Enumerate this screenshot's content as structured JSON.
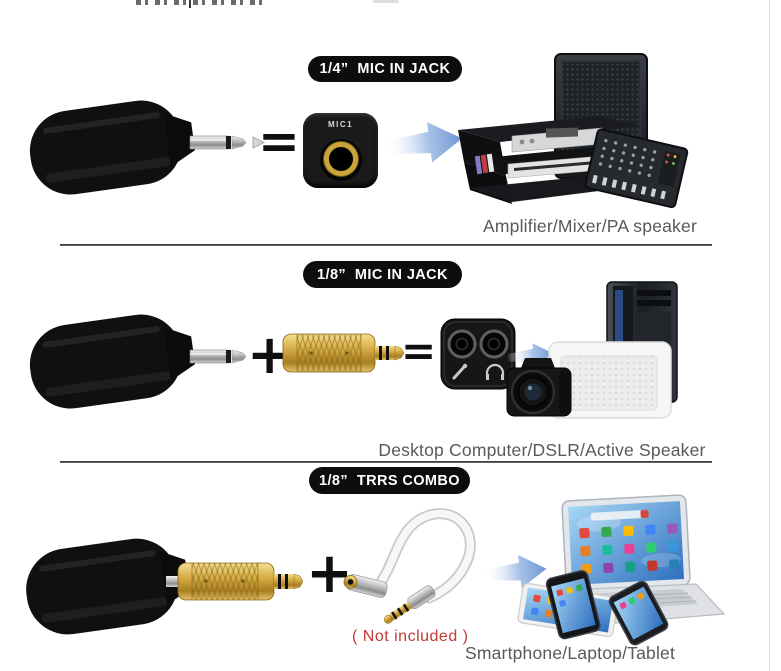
{
  "sections": [
    {
      "badge": "1/4”  MIC IN JACK",
      "port_label": "MIC1",
      "operator_equals": "=",
      "caption": "Amplifier/Mixer/PA speaker"
    },
    {
      "badge": "1/8”  MIC IN JACK",
      "operator_plus": "+",
      "operator_equals": "=",
      "caption": "Desktop Computer/DSLR/Active Speaker"
    },
    {
      "badge": "1/8”  TRRS COMBO",
      "operator_plus": "+",
      "note": "( Not included )",
      "caption": "Smartphone/Laptop/Tablet"
    }
  ],
  "colors": {
    "badge_background": "#0d0d0d",
    "badge_text": "#ffffff",
    "caption_text": "#595959",
    "divider": "#3a3a3a",
    "arrow_blue": "#7fa3d9",
    "adapter_gold": "#c9a43b",
    "note_red": "#c43a31",
    "background": "#ffffff"
  }
}
